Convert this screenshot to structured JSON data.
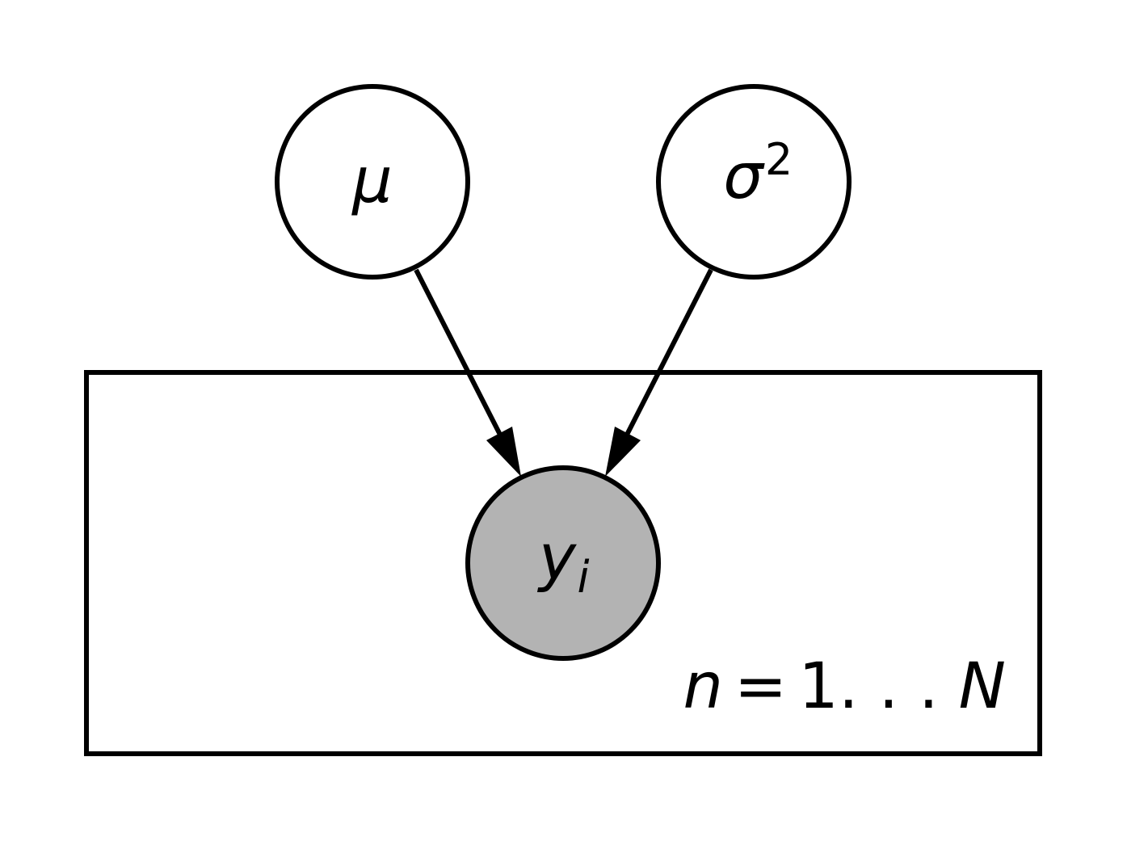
{
  "diagram": {
    "type": "probabilistic-graphical-model",
    "nodes": [
      {
        "id": "mu",
        "label": "μ",
        "observed": false,
        "fill": "#ffffff"
      },
      {
        "id": "sigma2",
        "label": "σ",
        "superscript": "2",
        "observed": false,
        "fill": "#ffffff"
      },
      {
        "id": "y",
        "label": "y",
        "subscript": "i",
        "observed": true,
        "fill": "#b3b3b3"
      }
    ],
    "edges": [
      {
        "from": "mu",
        "to": "y"
      },
      {
        "from": "sigma2",
        "to": "y"
      }
    ],
    "plate": {
      "contains": [
        "y"
      ],
      "label_var": "n",
      "label_eq": "=",
      "label_range": "1. . . ",
      "label_upper": "N"
    },
    "colors": {
      "stroke": "#000000",
      "observed_fill": "#b3b3b3",
      "background": "#ffffff"
    }
  }
}
